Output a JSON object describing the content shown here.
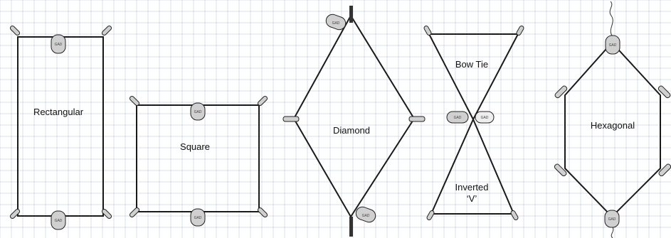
{
  "diagram": {
    "shapes": [
      {
        "id": "rectangular",
        "label": "Rectangular"
      },
      {
        "id": "square",
        "label": "Square"
      },
      {
        "id": "diamond",
        "label": "Diamond"
      },
      {
        "id": "bowtie",
        "label": "Bow Tie"
      },
      {
        "id": "inverted-v",
        "label_line1": "Inverted",
        "label_line2": "‘V’"
      },
      {
        "id": "hexagonal",
        "label": "Hexagonal"
      }
    ],
    "device_text": "GAD",
    "colors": {
      "grid": "#d8dfe8",
      "line": "#1a1a1a",
      "device": "#d0d0d0"
    }
  }
}
